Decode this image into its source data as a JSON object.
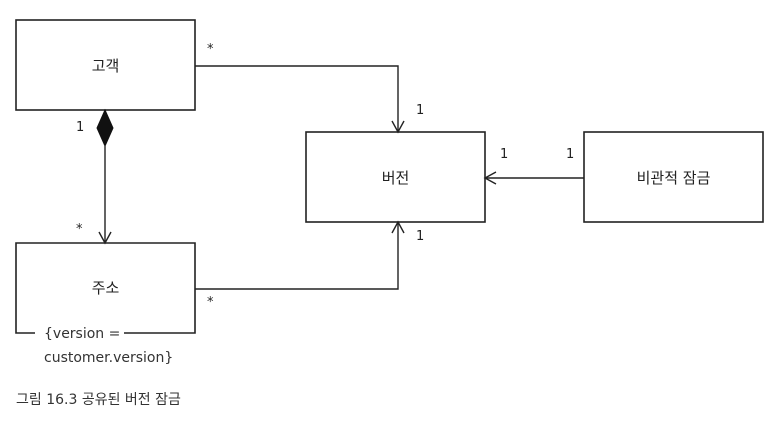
{
  "boxes": {
    "customer": "고객",
    "address": "주소",
    "version": "버전",
    "optimistic_lock": "비관적 잠금"
  },
  "multiplicities": {
    "customer_to_version_customer_end": "*",
    "customer_to_version_version_end": "1",
    "customer_composition_end": "1",
    "address_composition_end": "*",
    "address_to_version_address_end": "*",
    "address_to_version_version_end": "1",
    "lock_to_version_version_end": "1",
    "lock_to_version_lock_end": "1"
  },
  "constraint": {
    "line1": "{version =",
    "line2": "customer.version}"
  },
  "caption": "그림 16.3 공유된 버전 잠금"
}
